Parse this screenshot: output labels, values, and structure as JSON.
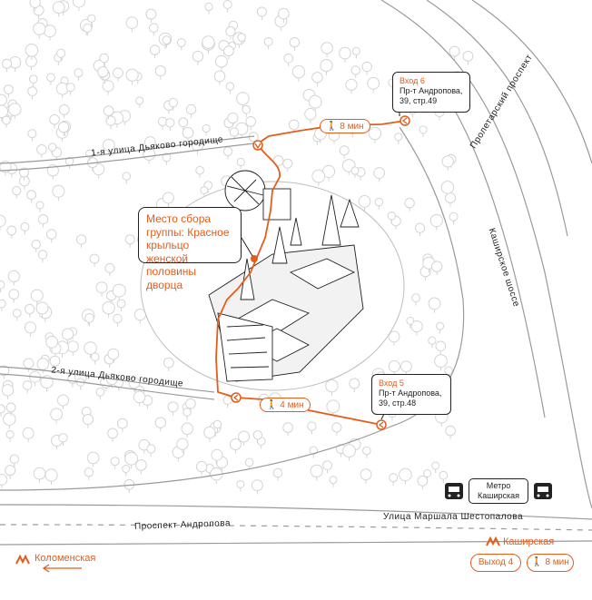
{
  "streets": {
    "dyakovo_1": "1-я улица Дьяково городище",
    "dyakovo_2": "2-я улица Дьяково городище",
    "proletarsky": "Пролетарский проспект",
    "kashirskoe": "Каширское шоссе",
    "andropova": "Проспект Андропова",
    "shestopalova": "Улица Маршала Шестопалова"
  },
  "meeting_point": {
    "text": "Место сбора группы: Красное крыльцо женской половины дворца"
  },
  "entrances": [
    {
      "title": "Вход 6",
      "address": "Пр-т Андропова, 39, стр.49",
      "walk": "8 мин"
    },
    {
      "title": "Вход 5",
      "address": "Пр-т Андропова, 39, стр.48",
      "walk": "4 мин"
    }
  ],
  "metro": {
    "box_label": "Метро Каширская",
    "kashirskaya": "Каширская",
    "kolomenskaya": "Коломенская",
    "exit": "Выход 4",
    "exit_walk": "8 мин",
    "metro_icon": "metro-m-icon",
    "walk_icon": "pedestrian-icon",
    "bus_icon": "bus-icon"
  },
  "colors": {
    "accent": "#e35d1b",
    "ink": "#222222",
    "tree": "#d4d4d4"
  }
}
